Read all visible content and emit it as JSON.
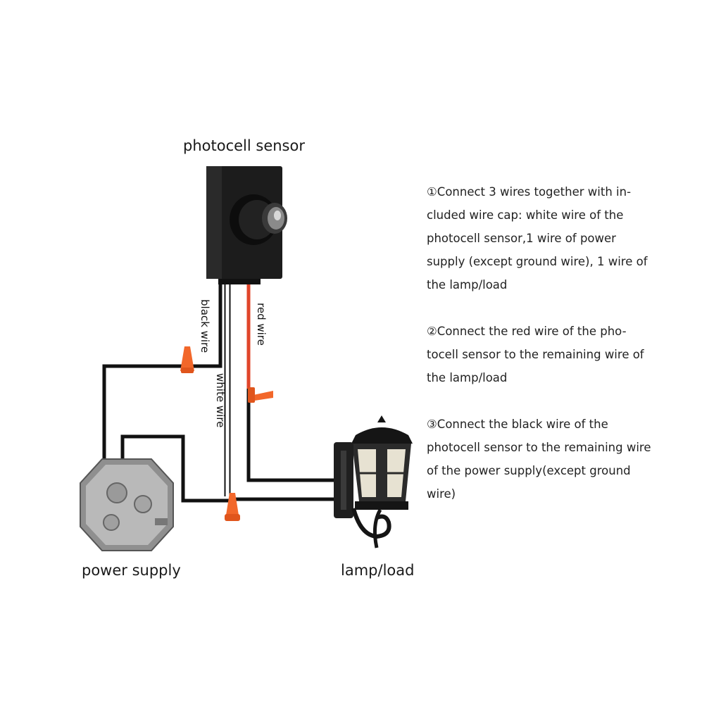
{
  "labels": {
    "sensor": "photocell sensor",
    "power": "power supply",
    "lamp": "lamp/load",
    "black_wire": "black wire",
    "white_wire": "white wire",
    "red_wire": "red wire"
  },
  "steps": [
    "①Connect 3 wires together with in-cluded wire cap: white wire of the photocell sensor,1 wire of power supply (except ground wire), 1 wire of the lamp/load",
    "②Connect the red wire of the pho-tocell sensor to the remaining wire of the lamp/load",
    "③Connect the black wire of the photocell sensor to the remaining wire of the power supply(except ground wire)"
  ],
  "colors": {
    "black_wire": "#111111",
    "white_wire": "#ffffff",
    "red_wire": "#e0452a",
    "wire_cap": "#f2672a",
    "sensor_body": "#1c1c1c"
  }
}
